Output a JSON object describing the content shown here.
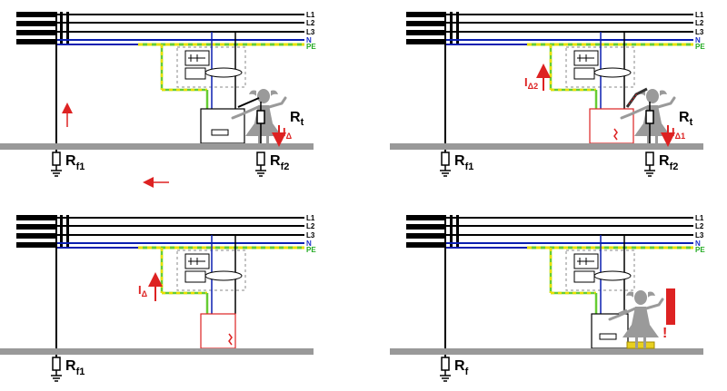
{
  "colors": {
    "wire": "#000000",
    "neutral": "#0a1fb0",
    "pe": "#66cc33",
    "pe_dash": "#e8e000",
    "fault": "#dd2222",
    "ground": "#999999",
    "person": "#9a9a9a",
    "pe_label": "#22aa22",
    "n_label": "#1a2fcc",
    "insulation": "#e8d020"
  },
  "line_labels": {
    "l1": "L1",
    "l2": "L2",
    "l3": "L3",
    "n": "N",
    "pe": "PE"
  },
  "panels": [
    {
      "id": "top-left",
      "rf_left": {
        "main": "R",
        "sub": "f1"
      },
      "rf_right": {
        "main": "R",
        "sub": "f2"
      },
      "rt": {
        "main": "R",
        "sub": "t"
      },
      "current": {
        "main": "I",
        "sub": "Δ"
      }
    },
    {
      "id": "top-right",
      "rf_left": {
        "main": "R",
        "sub": "f1"
      },
      "rf_right": {
        "main": "R",
        "sub": "f2"
      },
      "rt": {
        "main": "R",
        "sub": "t"
      },
      "current_left": {
        "main": "I",
        "sub": "Δ2"
      },
      "current_right": {
        "main": "I",
        "sub": "Δ1"
      }
    },
    {
      "id": "bottom-left",
      "rf_left": {
        "main": "R",
        "sub": "f1"
      },
      "current": {
        "main": "I",
        "sub": "Δ"
      }
    },
    {
      "id": "bottom-right",
      "rf_left": {
        "main": "R",
        "sub": "f"
      },
      "warning": "!"
    }
  ]
}
